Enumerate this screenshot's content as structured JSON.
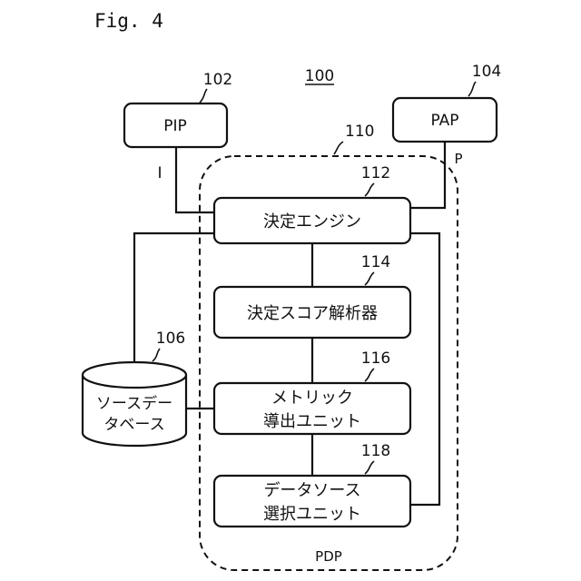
{
  "figure_label": "Fig. 4",
  "system_ref": "100",
  "pdp": {
    "ref": "110",
    "label": "PDP"
  },
  "pip": {
    "ref": "102",
    "label": "PIP",
    "link_label": "I"
  },
  "pap": {
    "ref": "104",
    "label": "PAP",
    "link_label": "P"
  },
  "source_db": {
    "ref": "106",
    "line1": "ソースデー",
    "line2": "タベース"
  },
  "decision_engine": {
    "ref": "112",
    "label": "決定エンジン"
  },
  "score_analyzer": {
    "ref": "114",
    "label": "決定スコア解析器"
  },
  "metric_unit": {
    "ref": "116",
    "line1": "メトリック",
    "line2": "導出ユニット"
  },
  "datasource_unit": {
    "ref": "118",
    "line1": "データソース",
    "line2": "選択ユニット"
  }
}
